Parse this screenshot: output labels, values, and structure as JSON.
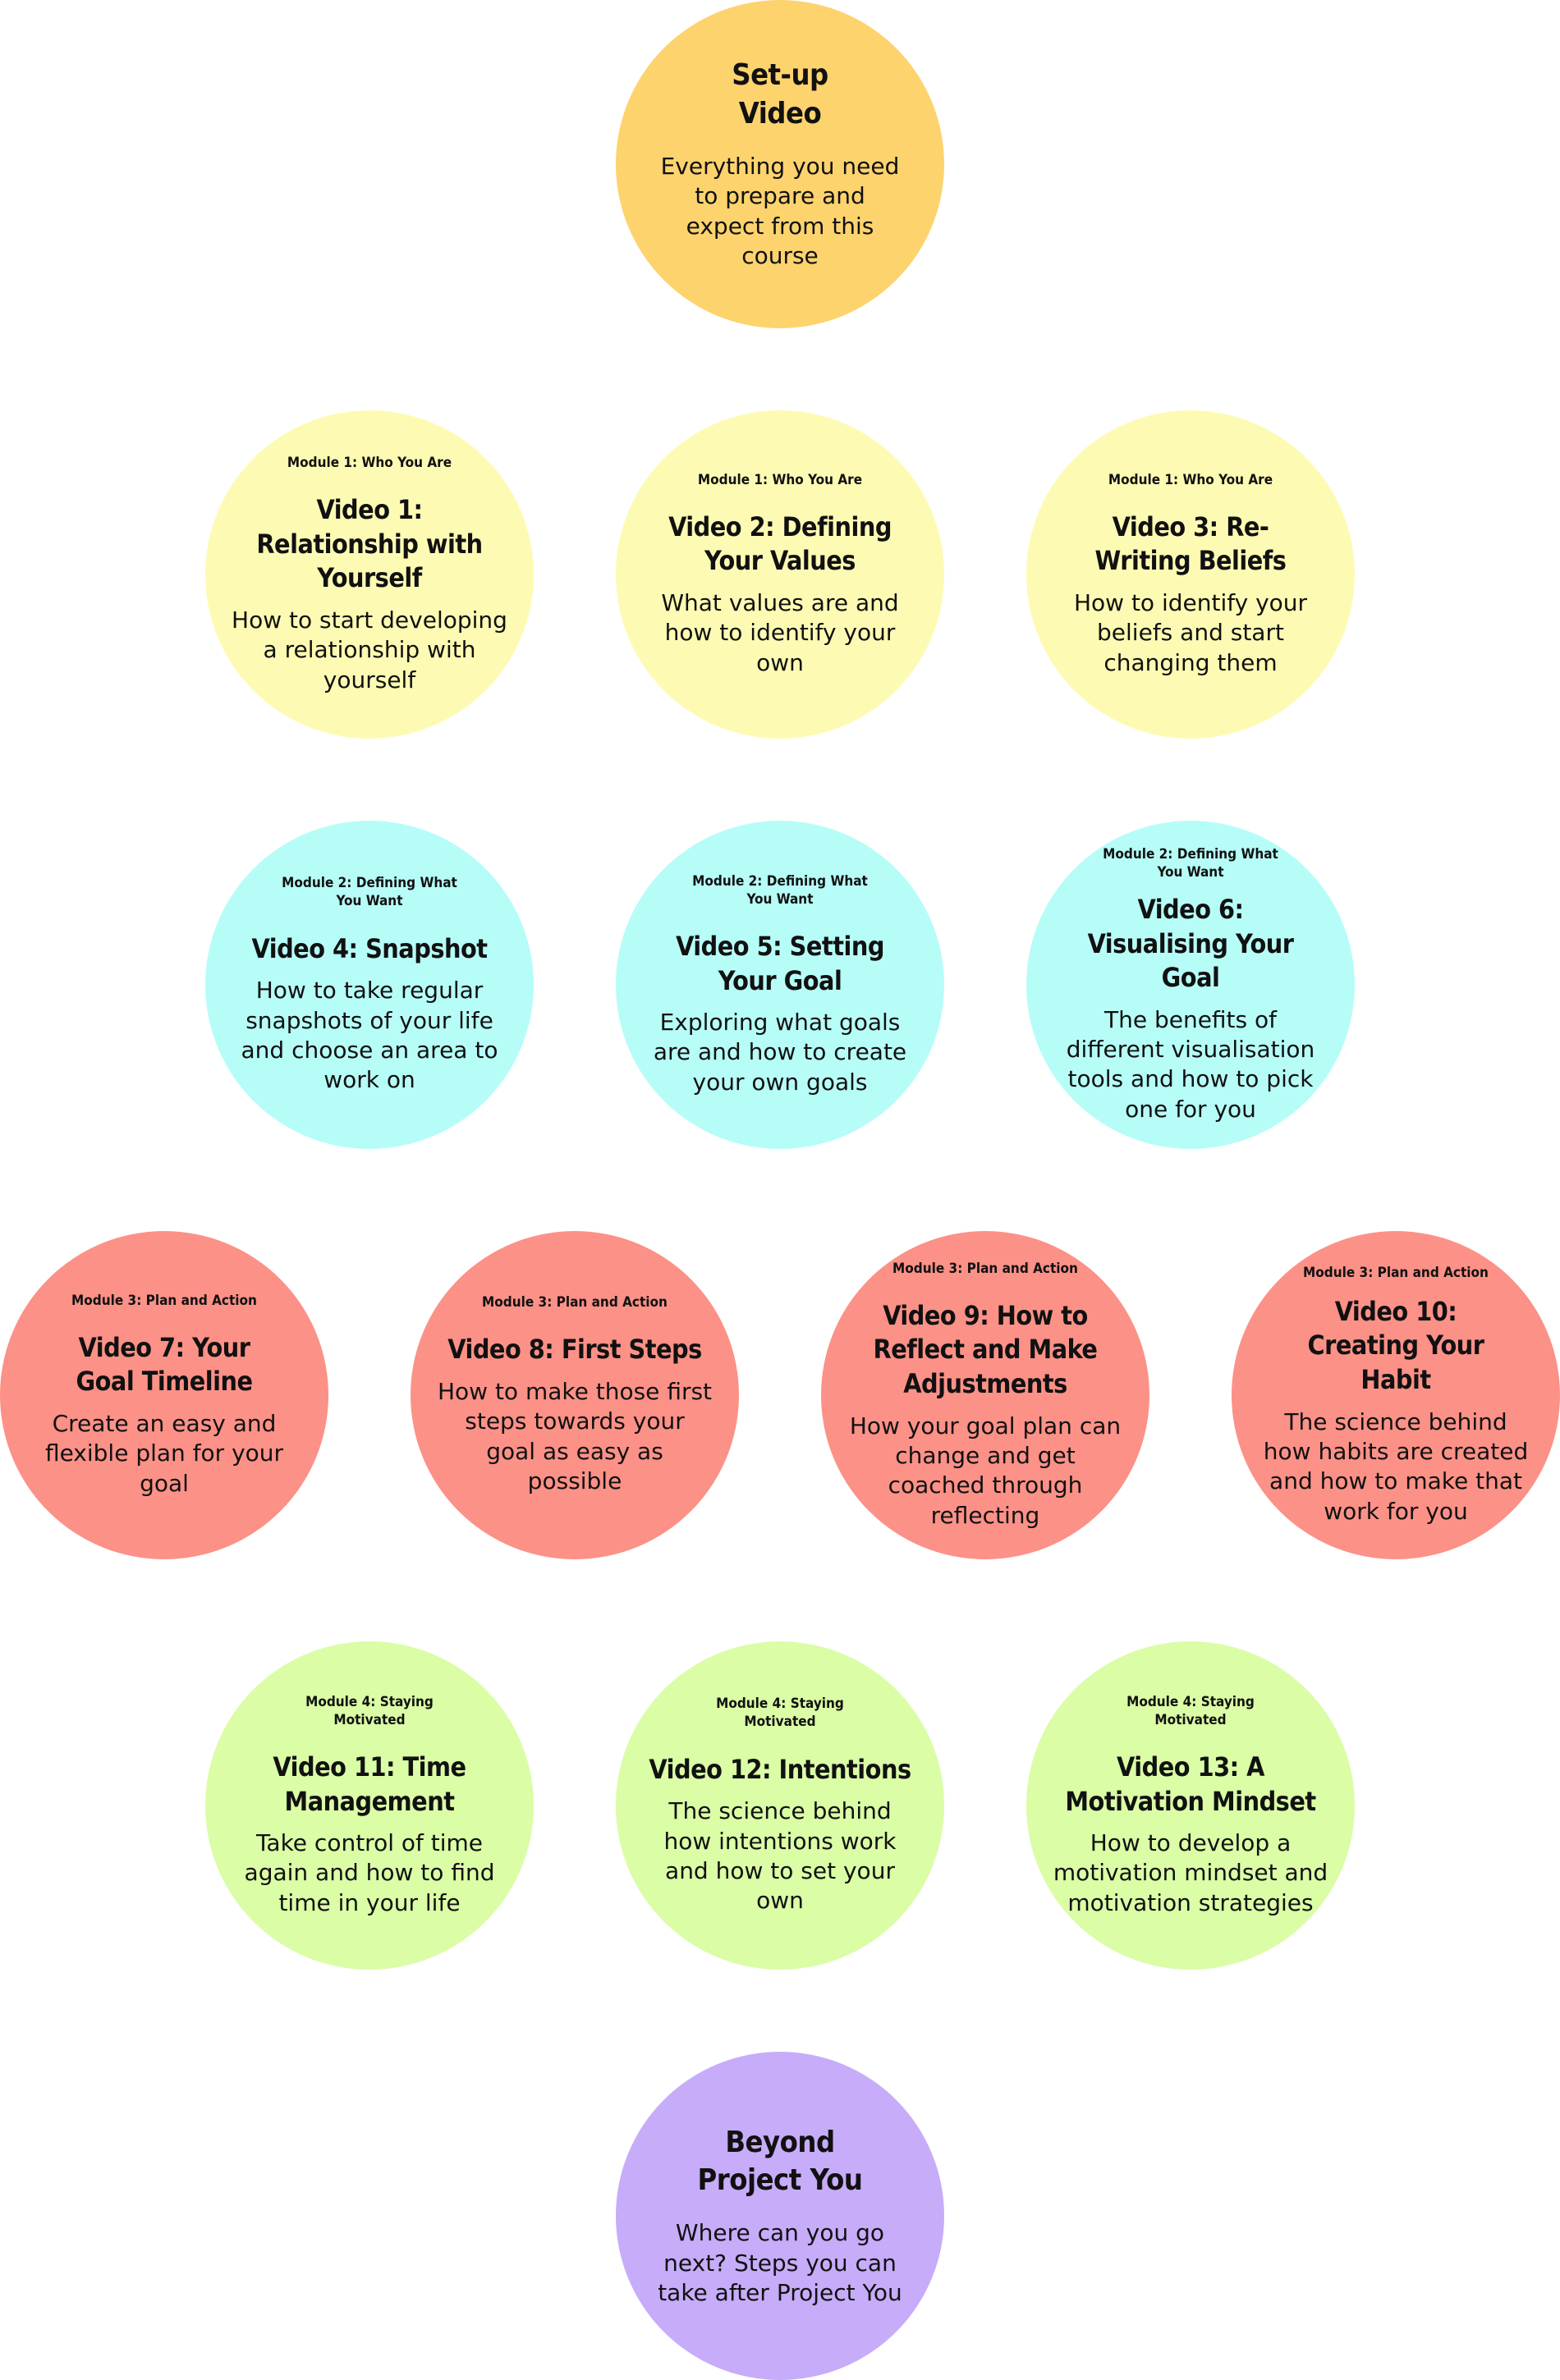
{
  "setup": {
    "title_line1": "Set-up",
    "title_line2": "Video",
    "desc": "Everything you need to prepare and expect from this course"
  },
  "videos": [
    {
      "module": "Module 1: Who You Are",
      "title": "Video 1: Relationship with Yourself",
      "desc": "How to start developing a relationship with yourself"
    },
    {
      "module": "Module 1: Who You Are",
      "title": "Video 2: Defining Your Values",
      "desc": "What values are and how to identify your own"
    },
    {
      "module": "Module 1: Who You Are",
      "title": "Video 3: Re-Writing Beliefs",
      "desc": "How to identify your beliefs and start changing them"
    },
    {
      "module": "Module 2: Defining What You Want",
      "title": "Video 4: Snapshot",
      "desc": "How to take regular snapshots of your life and choose an area to work on"
    },
    {
      "module": "Module 2: Defining What You Want",
      "title": "Video 5: Setting Your Goal",
      "desc": "Exploring what goals are and how to create your own goals"
    },
    {
      "module": "Module 2: Defining What You Want",
      "title": "Video 6: Visualising Your Goal",
      "desc": "The benefits of different visualisation tools and how to pick one for you"
    },
    {
      "module": "Module 3: Plan and Action",
      "title": "Video 7: Your Goal Timeline",
      "desc": "Create an easy and flexible plan for your goal"
    },
    {
      "module": "Module 3: Plan and Action",
      "title": "Video 8: First Steps",
      "desc": "How to make those first steps towards your goal as easy as possible"
    },
    {
      "module": "Module 3: Plan and Action",
      "title": "Video 9: How to Reflect and Make Adjustments",
      "desc": "How your goal plan can change and get coached through reflecting"
    },
    {
      "module": "Module 3: Plan and Action",
      "title": "Video 10: Creating Your Habit",
      "desc": "The science behind how habits are created and how to make that work for you"
    },
    {
      "module": "Module 4: Staying Motivated",
      "title": "Video 11: Time Management",
      "desc": "Take control of time again and how to find time in your life"
    },
    {
      "module": "Module 4: Staying Motivated",
      "title": "Video 12: Intentions",
      "desc": "The science behind how intentions work and how to set your own"
    },
    {
      "module": "Module 4: Staying Motivated",
      "title": "Video 13: A Motivation Mindset",
      "desc": "How to develop a motivation mindset and motivation strategies"
    }
  ],
  "beyond": {
    "title_line1": "Beyond",
    "title_line2": "Project You",
    "desc": "Where can you go next? Steps you can take after Project You"
  },
  "colors": {
    "setup": "#fdd36e",
    "module1": "#fdfbb3",
    "module2": "#b6fdf8",
    "module3": "#fc9187",
    "module4": "#dafda6",
    "beyond": "#c7acfa"
  }
}
